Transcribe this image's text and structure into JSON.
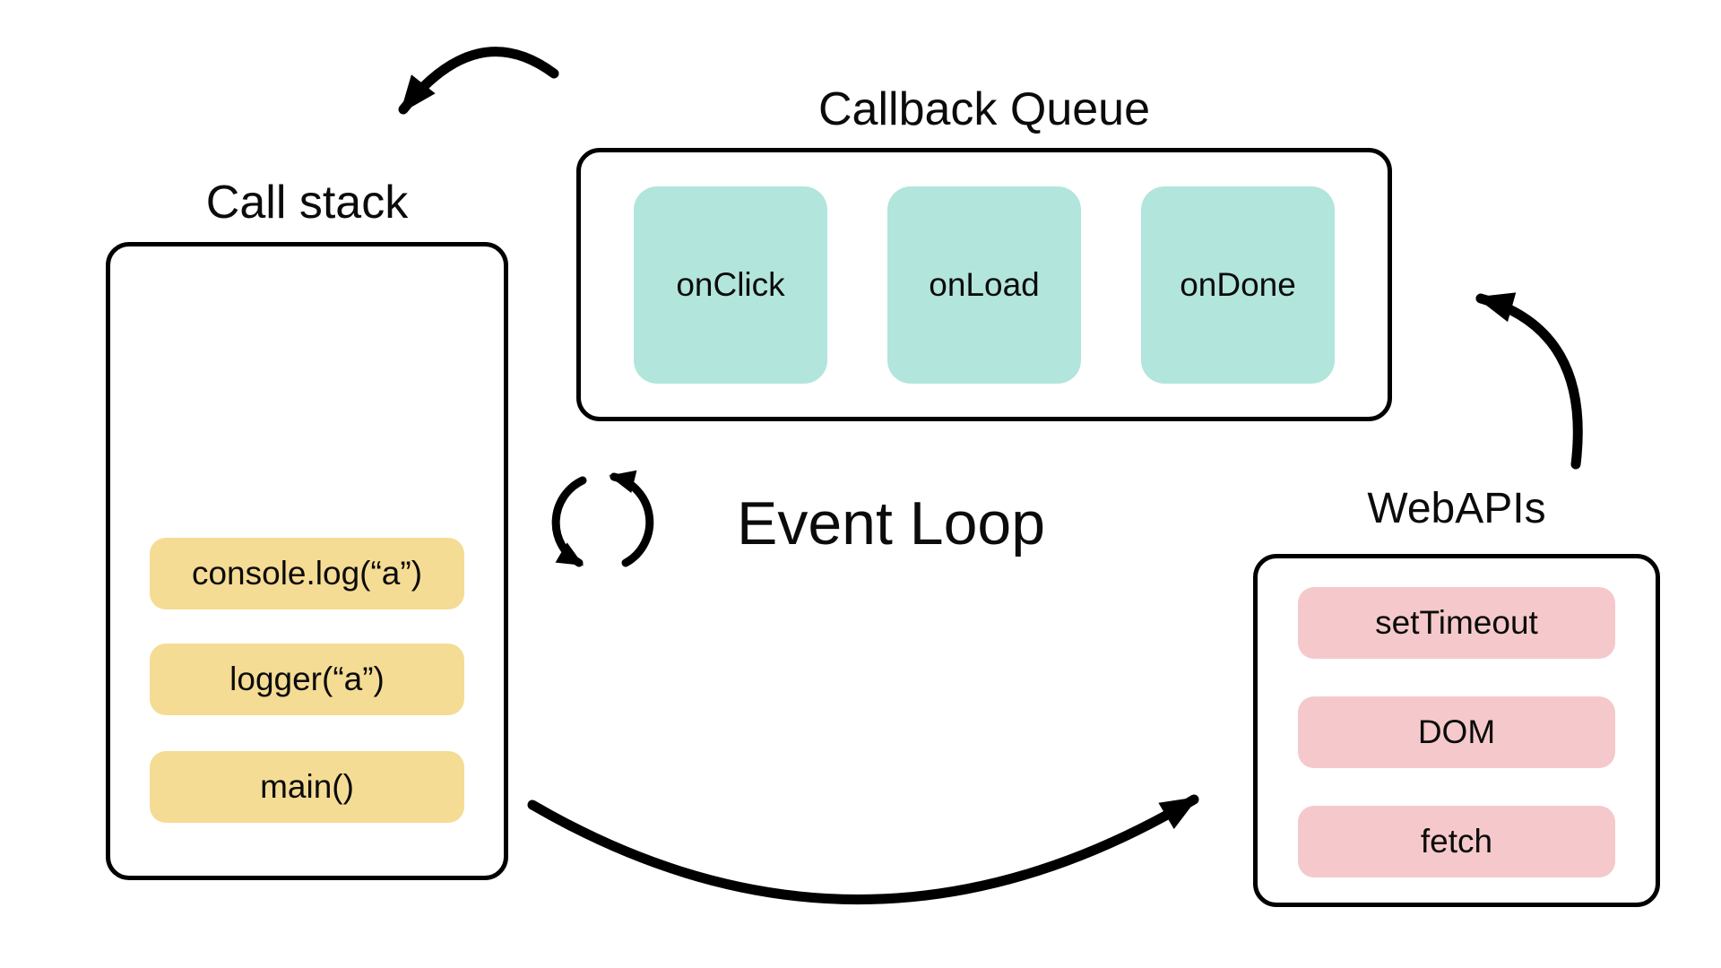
{
  "call_stack": {
    "title": "Call stack",
    "items": [
      "console.log(“a”)",
      "logger(“a”)",
      "main()"
    ]
  },
  "callback_queue": {
    "title": "Callback Queue",
    "items": [
      "onClick",
      "onLoad",
      "onDone"
    ]
  },
  "web_apis": {
    "title": "WebAPIs",
    "items": [
      "setTimeout",
      "DOM",
      "fetch"
    ]
  },
  "event_loop": {
    "label": "Event Loop",
    "icon": "circular-cycle-arrows"
  },
  "arrows": [
    {
      "from": "callback-queue",
      "to": "call-stack"
    },
    {
      "from": "call-stack",
      "to": "web-apis"
    },
    {
      "from": "web-apis",
      "to": "callback-queue"
    }
  ],
  "colors": {
    "background": "#FFFFFF",
    "stroke": "#000000",
    "text": "#0B0B0B",
    "call_stack_item_bg": "#F5DC94",
    "callback_item_bg": "#B2E5DC",
    "webapi_item_bg": "#F5C9CB"
  }
}
